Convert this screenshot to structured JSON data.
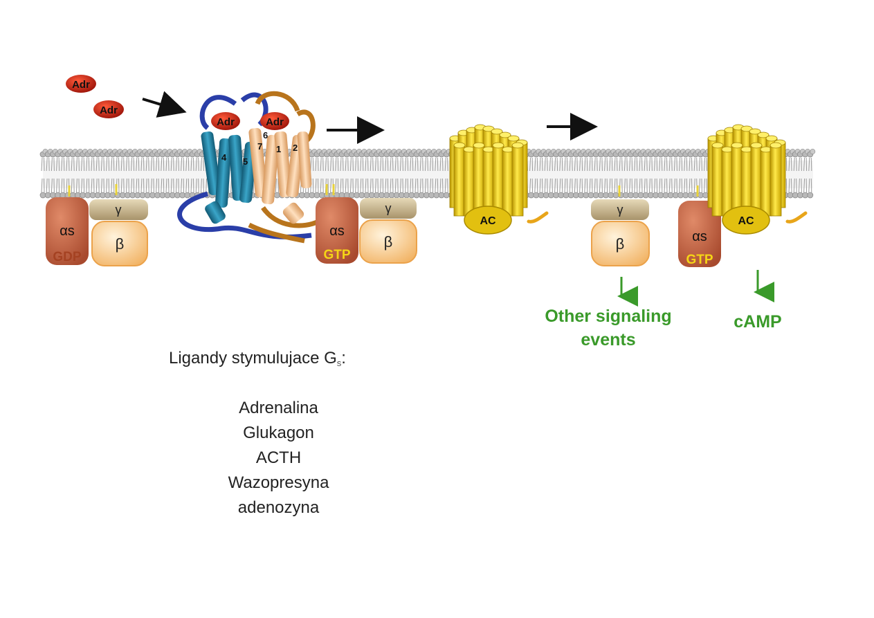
{
  "ligand_label": "Adr",
  "receptor_helices": [
    "4",
    "5",
    "6",
    "7",
    "1",
    "2"
  ],
  "subunit_labels": {
    "alpha": "αs",
    "beta": "β",
    "gamma": "γ",
    "gdp": "GDP",
    "gtp": "GTP",
    "adenylyl_cyclase": "AC"
  },
  "outputs": {
    "other_line1": "Other signaling",
    "other_line2": "events",
    "camp": "cAMP"
  },
  "ligands_section": {
    "title_main": "Ligandy stymulujace G",
    "title_sub": "s",
    "title_suffix": ":",
    "items": [
      "Adrenalina",
      "Glukagon",
      "ACTH",
      "Wazopresyna",
      "adenozyna"
    ]
  },
  "colors": {
    "alpha": "#b5583a",
    "beta": "#f4c27f",
    "gamma": "#c9b68e",
    "ac_yellow": "#f2d21a",
    "green_text": "#3a9a2a",
    "adr_red": "#c8261b",
    "receptor_blue": "#1f7fa0",
    "receptor_orange": "#f3bb86",
    "loop_blue": "#2a3ea8",
    "loop_brown": "#b8741c"
  }
}
